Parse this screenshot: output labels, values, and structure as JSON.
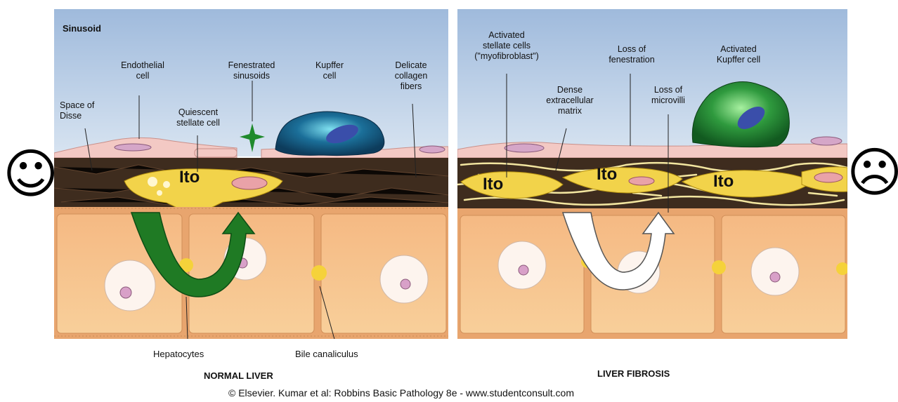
{
  "left_panel": {
    "title": "Sinusoid",
    "labels": {
      "endothelial_cell": "Endothelial\ncell",
      "fenestrated_sinusoids": "Fenestrated\nsinusoids",
      "kupffer_cell": "Kupffer\ncell",
      "delicate_collagen_fibers": "Delicate\ncollagen\nfibers",
      "space_of_disse": "Space of\nDisse",
      "quiescent_stellate_cell": "Quiescent\nstellate cell"
    },
    "ito_label": "Ito",
    "caption": "NORMAL LIVER",
    "bottom_labels": {
      "hepatocytes": "Hepatocytes",
      "bile_canaliculus": "Bile canaliculus"
    }
  },
  "right_panel": {
    "labels": {
      "activated_stellate_cells": "Activated\nstellate cells\n(\"myofibroblast\")",
      "loss_of_fenestration": "Loss of\nfenestration",
      "activated_kupffer_cell": "Activated\nKupffer cell",
      "dense_extracellular_matrix": "Dense\nextracellular\nmatrix",
      "loss_of_microvilli": "Loss of\nmicrovilli"
    },
    "ito_labels": [
      "Ito",
      "Ito",
      "Ito"
    ],
    "caption": "LIVER FIBROSIS"
  },
  "faces": {
    "left": "☺",
    "right": "☹"
  },
  "credit": "© Elsevier. Kumar et al: Robbins Basic Pathology 8e - www.studentconsult.com",
  "colors": {
    "sinusoid_bg": "#b8cde6",
    "disse_matrix": "#3d2a1c",
    "hepatocyte": "#f7c48c",
    "stellate_cell": "#f2d34a",
    "kupffer_blue": "#1b5e8c",
    "kupffer_green": "#2f9a3e",
    "arrow_green": "#1f7a24",
    "arrow_white": "#ffffff"
  }
}
